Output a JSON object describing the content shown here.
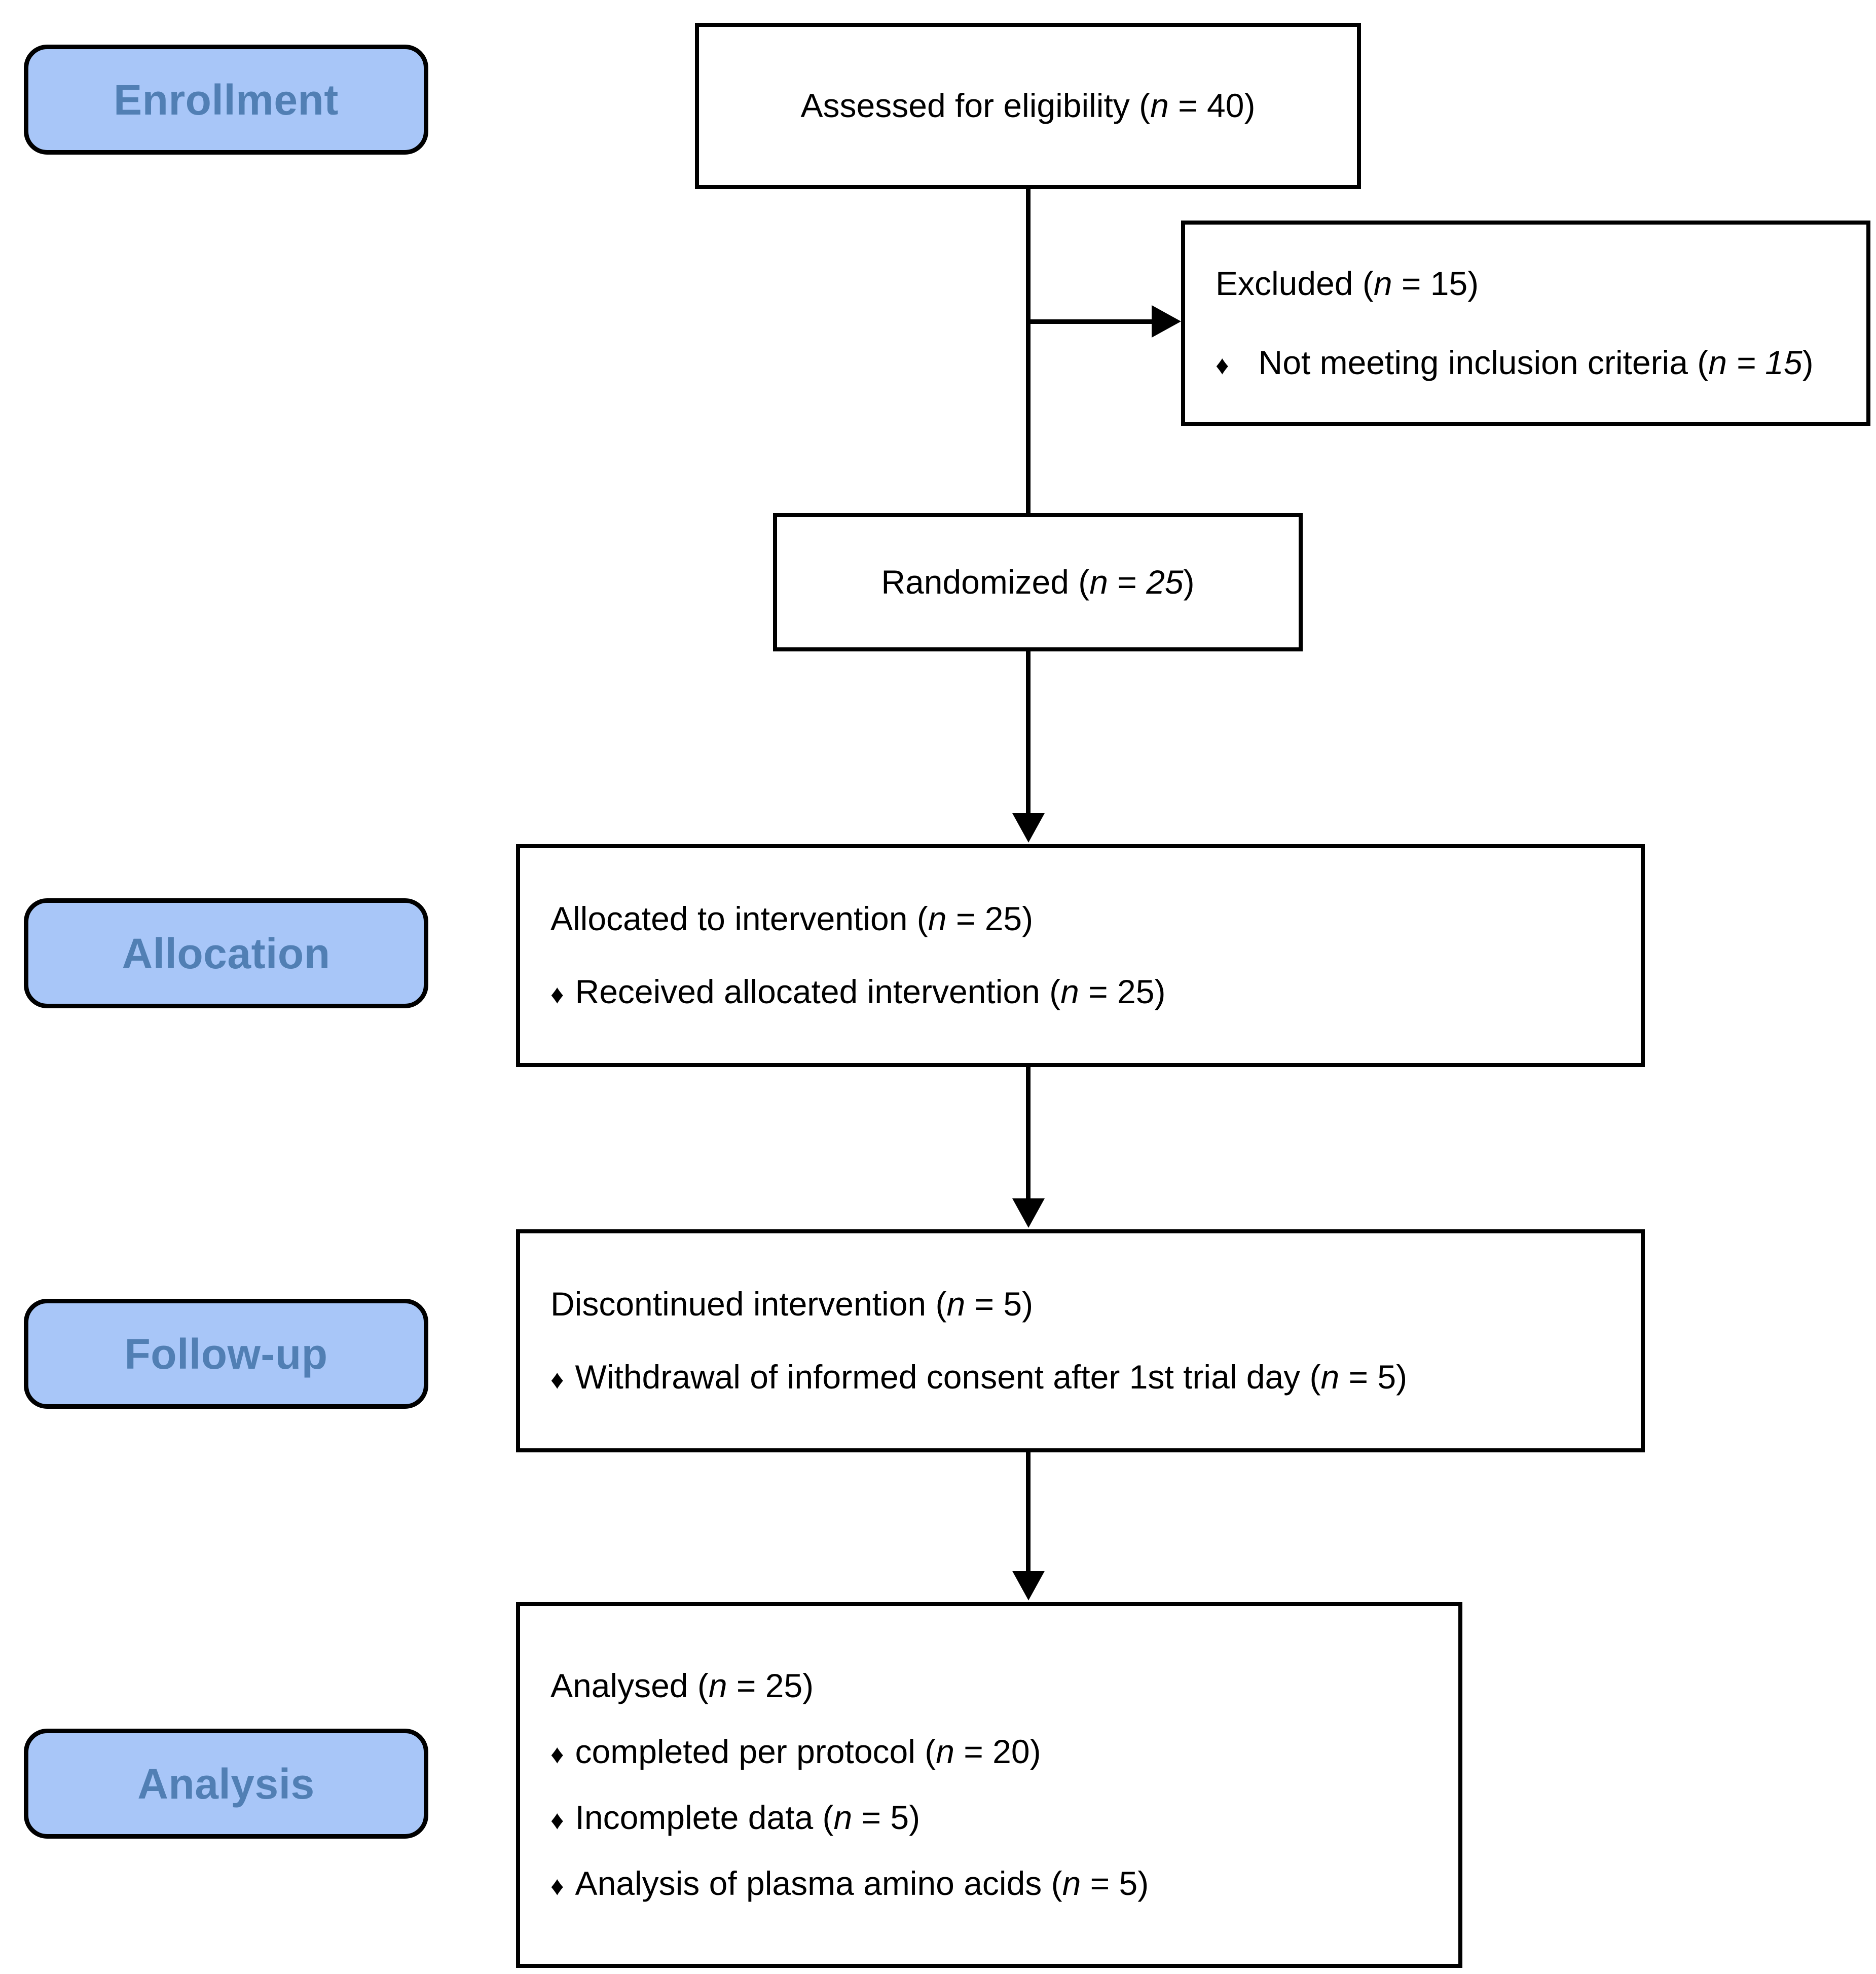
{
  "diagram": {
    "title": "CONSORT participant flow diagram",
    "type": "flowchart",
    "accent_fill": "#A8C6F8",
    "accent_text": "#517FB4",
    "line_color": "#000000",
    "background": "#FFFFFF",
    "bullet_glyph": "♦"
  },
  "phases": [
    {
      "key": "enrollment",
      "label": "Enrollment"
    },
    {
      "key": "allocation",
      "label": "Allocation"
    },
    {
      "key": "followup",
      "label": "Follow-up"
    },
    {
      "key": "analysis",
      "label": "Analysis"
    }
  ],
  "boxes": {
    "assessed": {
      "heading_pre": "Assessed for eligibility (",
      "heading_n": "n",
      "heading_post": " = 40)",
      "full_text": "Assessed for eligibility (n = 40)"
    },
    "excluded": {
      "heading_pre": "Excluded (",
      "heading_n": "n",
      "heading_post": " = 15)",
      "full_text": "Excluded (n = 15)",
      "bullets": [
        {
          "pre": "Not meeting inclusion criteria (",
          "n": "n",
          "post": " = 15",
          "tail": ")",
          "full_text": "Not meeting inclusion criteria (n = 15)"
        }
      ]
    },
    "randomized": {
      "heading_pre": "Randomized (",
      "heading_n": "n",
      "heading_post": " = ",
      "heading_value": "25",
      "heading_tail": ")",
      "full_text": "Randomized (n = 25)"
    },
    "allocated": {
      "heading_pre": "Allocated to intervention (",
      "heading_n": "n",
      "heading_post": " = 25)",
      "full_text": "Allocated to intervention (n = 25)",
      "bullets": [
        {
          "pre": "Received allocated intervention (",
          "n": "n",
          "post": " = 25)",
          "full_text": "Received allocated intervention (n = 25)"
        }
      ]
    },
    "discontinued": {
      "heading_pre": "Discontinued intervention (",
      "heading_n": "n",
      "heading_post": " = 5)",
      "full_text": "Discontinued intervention (n = 5)",
      "bullets": [
        {
          "pre": "Withdrawal of informed consent after 1st trial day (",
          "n": "n",
          "post": " = 5)",
          "full_text": "Withdrawal of informed consent after 1st trial day (n = 5)"
        }
      ]
    },
    "analysed": {
      "heading_pre": "Analysed (",
      "heading_n": "n",
      "heading_post": " = 25)",
      "full_text": "Analysed (n = 25)",
      "bullets": [
        {
          "pre": "completed per protocol (",
          "n": "n",
          "post": " = 20)",
          "full_text": "completed per protocol (n = 20)"
        },
        {
          "pre": "Incomplete data (",
          "n": "n",
          "post": " = 5)",
          "full_text": "Incomplete data (n = 5)"
        },
        {
          "pre": "Analysis of plasma amino acids (",
          "n": "n",
          "post": " = 5)",
          "full_text": "Analysis of plasma amino acids (n = 5)"
        }
      ]
    }
  },
  "counts": {
    "assessed_for_eligibility": 40,
    "excluded": 15,
    "not_meeting_inclusion_criteria": 15,
    "randomized": 25,
    "allocated_to_intervention": 25,
    "received_allocated_intervention": 25,
    "discontinued_intervention": 5,
    "withdrawal_of_informed_consent": 5,
    "analysed": 25,
    "completed_per_protocol": 20,
    "incomplete_data": 5,
    "analysis_of_plasma_amino_acids": 5
  }
}
